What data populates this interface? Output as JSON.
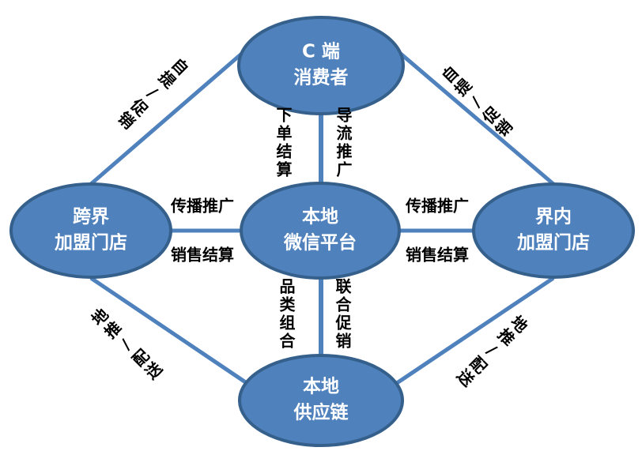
{
  "diagram": {
    "title": "local-wechat-platform-relationship-diagram",
    "colors": {
      "background": "#ffffff",
      "node_fill": "#4f81bd",
      "node_border": "#36608c",
      "connector": "#4f81bd",
      "node_text": "#ffffff",
      "label_text": "#000000"
    },
    "nodes": {
      "consumer": {
        "line1": "C 端",
        "line2": "消费者"
      },
      "crossover_store": {
        "line1": "跨界",
        "line2": "加盟门店"
      },
      "wechat_platform": {
        "line1": "本地",
        "line2": "微信平台"
      },
      "inbound_store": {
        "line1": "界内",
        "line2": "加盟门店"
      },
      "supply_chain": {
        "line1": "本地",
        "line2": "供应链"
      }
    },
    "edge_labels": {
      "top_left_diagonal": "自提/促销",
      "top_right_diagonal": "自提/促销",
      "top_vertical_left": "下单结算",
      "top_vertical_right": "导流推广",
      "left_horizontal_top": "传播推广",
      "left_horizontal_bottom": "销售结算",
      "right_horizontal_top": "传播推广",
      "right_horizontal_bottom": "销售结算",
      "bottom_vertical_left": "品类组合",
      "bottom_vertical_right": "联合促销",
      "bottom_left_diagonal": "地推/配送",
      "bottom_right_diagonal": "地推/配送"
    }
  }
}
